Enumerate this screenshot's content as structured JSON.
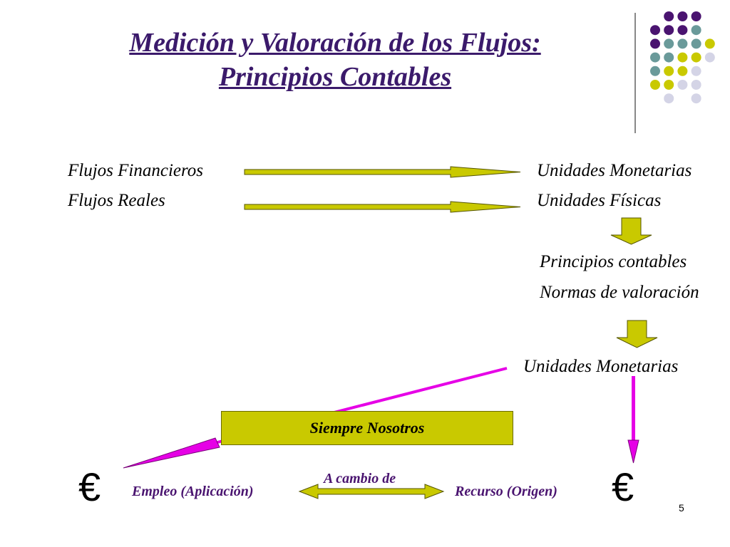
{
  "slide": {
    "title_line1": "Medición y Valoración de los Flujos:",
    "title_line2": "Principios Contables",
    "page_number": "5"
  },
  "flows": [
    {
      "left": "Flujos Financieros",
      "right": "Unidades Monetarias"
    },
    {
      "left": "Flujos Reales",
      "right": "Unidades Físicas"
    }
  ],
  "process": {
    "step1": "Principios contables",
    "step2": "Normas de valoración",
    "result": "Unidades Monetarias"
  },
  "bottom": {
    "box_label": "Siempre Nosotros",
    "euro_symbol": "€",
    "left_label": "Empleo (Aplicación)",
    "right_label": "Recurso (Origen)",
    "exchange_label": "A cambio de"
  },
  "colors": {
    "title": "#3b1a6b",
    "arrow_fill": "#c9c900",
    "magenta": "#e600e6",
    "purple": "#4a1470",
    "teal": "#6a9a9a",
    "lavender": "#d4d4e6"
  }
}
